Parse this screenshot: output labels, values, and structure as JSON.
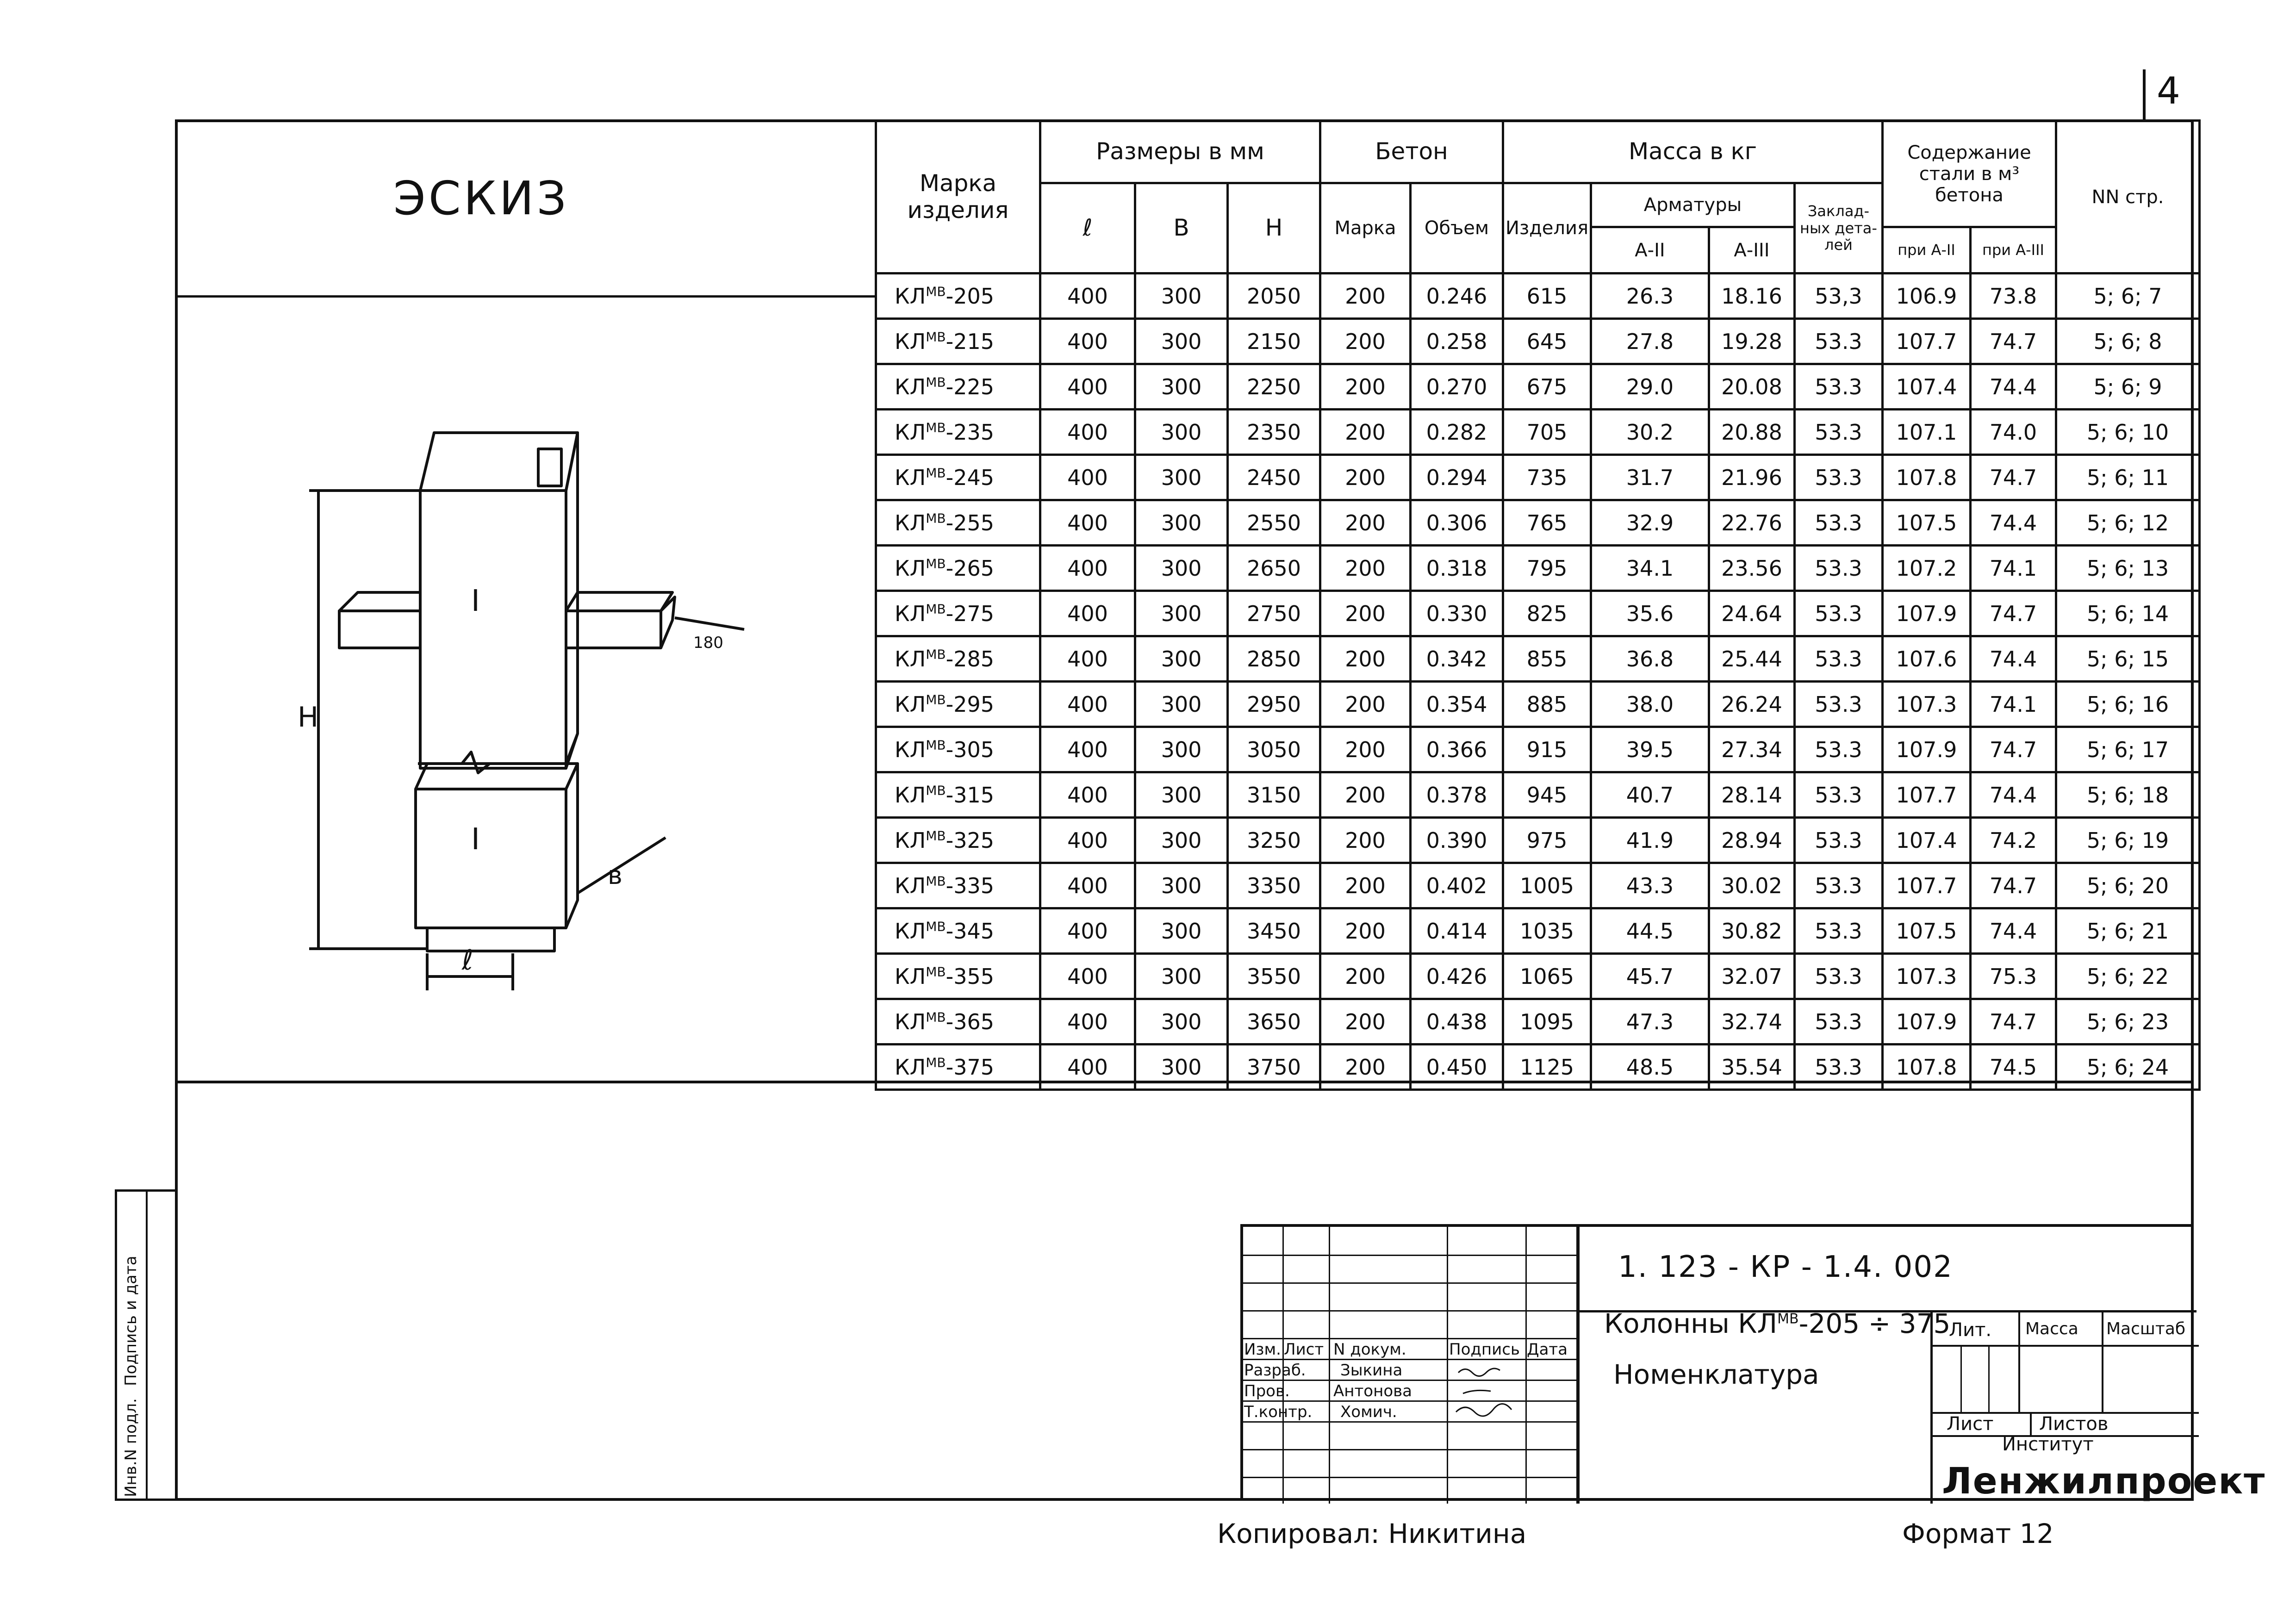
{
  "page_number": "4",
  "sketch": {
    "title": "ЭСКИЗ",
    "dim_height": "H",
    "dim_length": "ℓ",
    "dim_width": "в",
    "dim_flange": "180",
    "mark_upper": "I",
    "mark_lower": "I"
  },
  "table": {
    "headers": {
      "mark": "Марка изделия",
      "dims": "Размеры в мм",
      "dim_l": "ℓ",
      "dim_b": "В",
      "dim_h": "Н",
      "concrete": "Бетон",
      "concrete_grade": "Марка",
      "concrete_volume": "Объем",
      "mass": "Масса в кг",
      "mass_item": "Изделия",
      "mass_rebar": "Арматуры",
      "rebar_a2": "А-II",
      "rebar_a3": "А-III",
      "embedded": "Заклад-ных дета-лей",
      "steel": "Содержание стали в м³ бетона",
      "steel_a2": "при А-II",
      "steel_a3": "при А-III",
      "pages": "NN стр."
    },
    "rows": [
      {
        "base": "КЛ",
        "sup": "МВ",
        "num": "-205",
        "l": "400",
        "b": "300",
        "h": "2050",
        "grade": "200",
        "vol": "0.246",
        "mass": "615",
        "a2": "26.3",
        "a3": "18.16",
        "emb": "53,3",
        "s2": "106.9",
        "s3": "73.8",
        "pages": "5; 6; 7"
      },
      {
        "base": "КЛ",
        "sup": "МВ",
        "num": "-215",
        "l": "400",
        "b": "300",
        "h": "2150",
        "grade": "200",
        "vol": "0.258",
        "mass": "645",
        "a2": "27.8",
        "a3": "19.28",
        "emb": "53.3",
        "s2": "107.7",
        "s3": "74.7",
        "pages": "5; 6; 8"
      },
      {
        "base": "КЛ",
        "sup": "МВ",
        "num": "-225",
        "l": "400",
        "b": "300",
        "h": "2250",
        "grade": "200",
        "vol": "0.270",
        "mass": "675",
        "a2": "29.0",
        "a3": "20.08",
        "emb": "53.3",
        "s2": "107.4",
        "s3": "74.4",
        "pages": "5; 6; 9"
      },
      {
        "base": "КЛ",
        "sup": "МВ",
        "num": "-235",
        "l": "400",
        "b": "300",
        "h": "2350",
        "grade": "200",
        "vol": "0.282",
        "mass": "705",
        "a2": "30.2",
        "a3": "20.88",
        "emb": "53.3",
        "s2": "107.1",
        "s3": "74.0",
        "pages": "5; 6; 10"
      },
      {
        "base": "КЛ",
        "sup": "МВ",
        "num": "-245",
        "l": "400",
        "b": "300",
        "h": "2450",
        "grade": "200",
        "vol": "0.294",
        "mass": "735",
        "a2": "31.7",
        "a3": "21.96",
        "emb": "53.3",
        "s2": "107.8",
        "s3": "74.7",
        "pages": "5; 6; 11"
      },
      {
        "base": "КЛ",
        "sup": "МВ",
        "num": "-255",
        "l": "400",
        "b": "300",
        "h": "2550",
        "grade": "200",
        "vol": "0.306",
        "mass": "765",
        "a2": "32.9",
        "a3": "22.76",
        "emb": "53.3",
        "s2": "107.5",
        "s3": "74.4",
        "pages": "5; 6; 12"
      },
      {
        "base": "КЛ",
        "sup": "МВ",
        "num": "-265",
        "l": "400",
        "b": "300",
        "h": "2650",
        "grade": "200",
        "vol": "0.318",
        "mass": "795",
        "a2": "34.1",
        "a3": "23.56",
        "emb": "53.3",
        "s2": "107.2",
        "s3": "74.1",
        "pages": "5; 6; 13"
      },
      {
        "base": "КЛ",
        "sup": "МВ",
        "num": "-275",
        "l": "400",
        "b": "300",
        "h": "2750",
        "grade": "200",
        "vol": "0.330",
        "mass": "825",
        "a2": "35.6",
        "a3": "24.64",
        "emb": "53.3",
        "s2": "107.9",
        "s3": "74.7",
        "pages": "5; 6; 14"
      },
      {
        "base": "КЛ",
        "sup": "МВ",
        "num": "-285",
        "l": "400",
        "b": "300",
        "h": "2850",
        "grade": "200",
        "vol": "0.342",
        "mass": "855",
        "a2": "36.8",
        "a3": "25.44",
        "emb": "53.3",
        "s2": "107.6",
        "s3": "74.4",
        "pages": "5; 6; 15"
      },
      {
        "base": "КЛ",
        "sup": "МВ",
        "num": "-295",
        "l": "400",
        "b": "300",
        "h": "2950",
        "grade": "200",
        "vol": "0.354",
        "mass": "885",
        "a2": "38.0",
        "a3": "26.24",
        "emb": "53.3",
        "s2": "107.3",
        "s3": "74.1",
        "pages": "5; 6; 16"
      },
      {
        "base": "КЛ",
        "sup": "МВ",
        "num": "-305",
        "l": "400",
        "b": "300",
        "h": "3050",
        "grade": "200",
        "vol": "0.366",
        "mass": "915",
        "a2": "39.5",
        "a3": "27.34",
        "emb": "53.3",
        "s2": "107.9",
        "s3": "74.7",
        "pages": "5; 6; 17"
      },
      {
        "base": "КЛ",
        "sup": "МВ",
        "num": "-315",
        "l": "400",
        "b": "300",
        "h": "3150",
        "grade": "200",
        "vol": "0.378",
        "mass": "945",
        "a2": "40.7",
        "a3": "28.14",
        "emb": "53.3",
        "s2": "107.7",
        "s3": "74.4",
        "pages": "5; 6; 18"
      },
      {
        "base": "КЛ",
        "sup": "МВ",
        "num": "-325",
        "l": "400",
        "b": "300",
        "h": "3250",
        "grade": "200",
        "vol": "0.390",
        "mass": "975",
        "a2": "41.9",
        "a3": "28.94",
        "emb": "53.3",
        "s2": "107.4",
        "s3": "74.2",
        "pages": "5; 6; 19"
      },
      {
        "base": "КЛ",
        "sup": "МВ",
        "num": "-335",
        "l": "400",
        "b": "300",
        "h": "3350",
        "grade": "200",
        "vol": "0.402",
        "mass": "1005",
        "a2": "43.3",
        "a3": "30.02",
        "emb": "53.3",
        "s2": "107.7",
        "s3": "74.7",
        "pages": "5; 6; 20"
      },
      {
        "base": "КЛ",
        "sup": "МВ",
        "num": "-345",
        "l": "400",
        "b": "300",
        "h": "3450",
        "grade": "200",
        "vol": "0.414",
        "mass": "1035",
        "a2": "44.5",
        "a3": "30.82",
        "emb": "53.3",
        "s2": "107.5",
        "s3": "74.4",
        "pages": "5; 6; 21"
      },
      {
        "base": "КЛ",
        "sup": "МВ",
        "num": "-355",
        "l": "400",
        "b": "300",
        "h": "3550",
        "grade": "200",
        "vol": "0.426",
        "mass": "1065",
        "a2": "45.7",
        "a3": "32.07",
        "emb": "53.3",
        "s2": "107.3",
        "s3": "75.3",
        "pages": "5; 6; 22"
      },
      {
        "base": "КЛ",
        "sup": "МВ",
        "num": "-365",
        "l": "400",
        "b": "300",
        "h": "3650",
        "grade": "200",
        "vol": "0.438",
        "mass": "1095",
        "a2": "47.3",
        "a3": "32.74",
        "emb": "53.3",
        "s2": "107.9",
        "s3": "74.7",
        "pages": "5; 6; 23"
      },
      {
        "base": "КЛ",
        "sup": "МВ",
        "num": "-375",
        "l": "400",
        "b": "300",
        "h": "3750",
        "grade": "200",
        "vol": "0.450",
        "mass": "1125",
        "a2": "48.5",
        "a3": "35.54",
        "emb": "53.3",
        "s2": "107.8",
        "s3": "74.5",
        "pages": "5; 6; 24"
      }
    ]
  },
  "left_strip": {
    "inv": "Инв.N подл.",
    "sign": "Подпись и дата"
  },
  "stamp": {
    "doc_code": "1. 123 - КР - 1.4. 002",
    "title_base": "Колонны КЛ",
    "title_sup": "МВ",
    "title_range": "-205 ÷ 375",
    "subtitle": "Номенклатура",
    "col_izm": "Изм.",
    "col_list": "Лист",
    "col_ndoc": "N докум.",
    "col_sign": "Подпись",
    "col_date": "Дата",
    "role_dev": "Разраб.",
    "role_check": "Пров.",
    "role_control": "Т.контр.",
    "name_dev": "Зыкина",
    "name_check": "Антонова",
    "name_control": "Хомич.",
    "lit": "Лит.",
    "massa": "Масса",
    "scale": "Масштаб",
    "sheet": "Лист",
    "sheets": "Листов",
    "institute": "Институт",
    "org": "Ленжилпроект"
  },
  "footer": {
    "copied": "Копировал: Никитина",
    "format": "Формат 12"
  }
}
